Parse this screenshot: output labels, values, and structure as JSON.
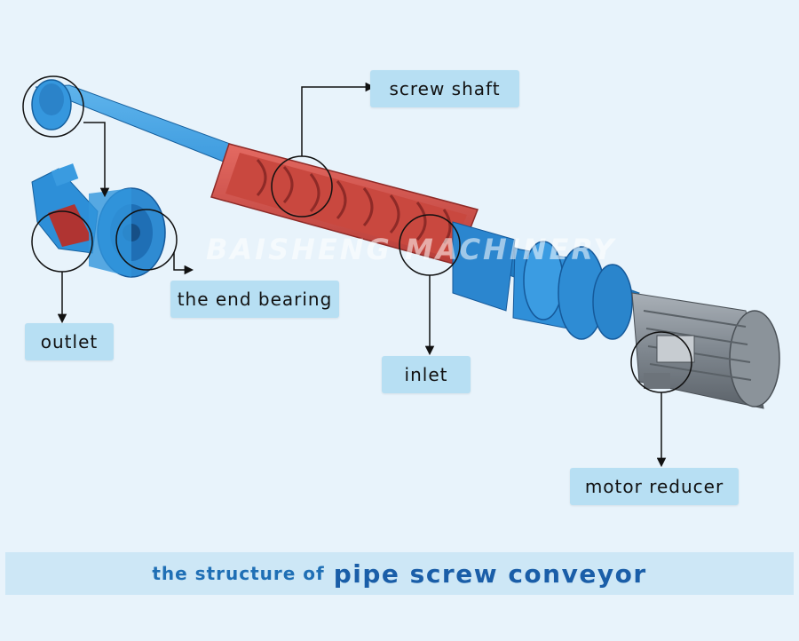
{
  "labels": {
    "screw_shaft": "screw shaft",
    "end_bearing": "the end bearing",
    "outlet": "outlet",
    "inlet": "inlet",
    "motor_reducer": "motor reducer"
  },
  "caption": {
    "prefix": "the structure of",
    "main": "pipe screw conveyor"
  },
  "watermark": "BAISHENG MACHINERY",
  "colors": {
    "background": "#e8f3fb",
    "label_fill": "#b7dff3",
    "pipe_blue": "#2d8fd8",
    "inlet_red": "#d9534f",
    "motor_grey": "#8a9199",
    "caption_blue": "#1a5ea8"
  }
}
